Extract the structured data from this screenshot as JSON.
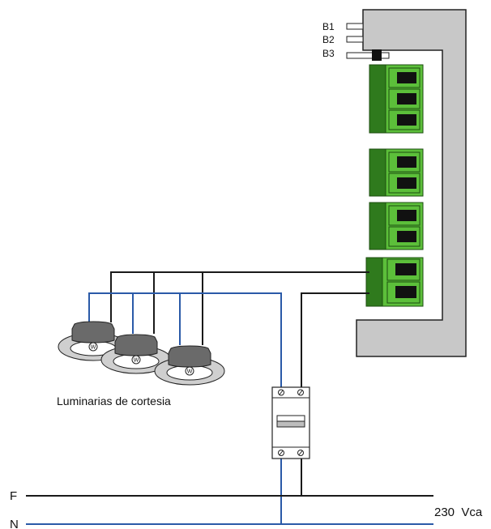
{
  "switch_labels": [
    "B1",
    "B2",
    "B3"
  ],
  "caption": "Luminarias de cortesia",
  "lines": {
    "phase": "F",
    "neutral": "N"
  },
  "supply": "230  Vca",
  "lamp_symbol": "W",
  "colors": {
    "panel": "#c8c8c8",
    "terminal_green": "#5cbf3a",
    "terminal_dark_green": "#2f7a1d",
    "wire_black": "#1a1a1a",
    "wire_blue": "#2a5aa8",
    "lamp_body": "#6a6a6a"
  }
}
